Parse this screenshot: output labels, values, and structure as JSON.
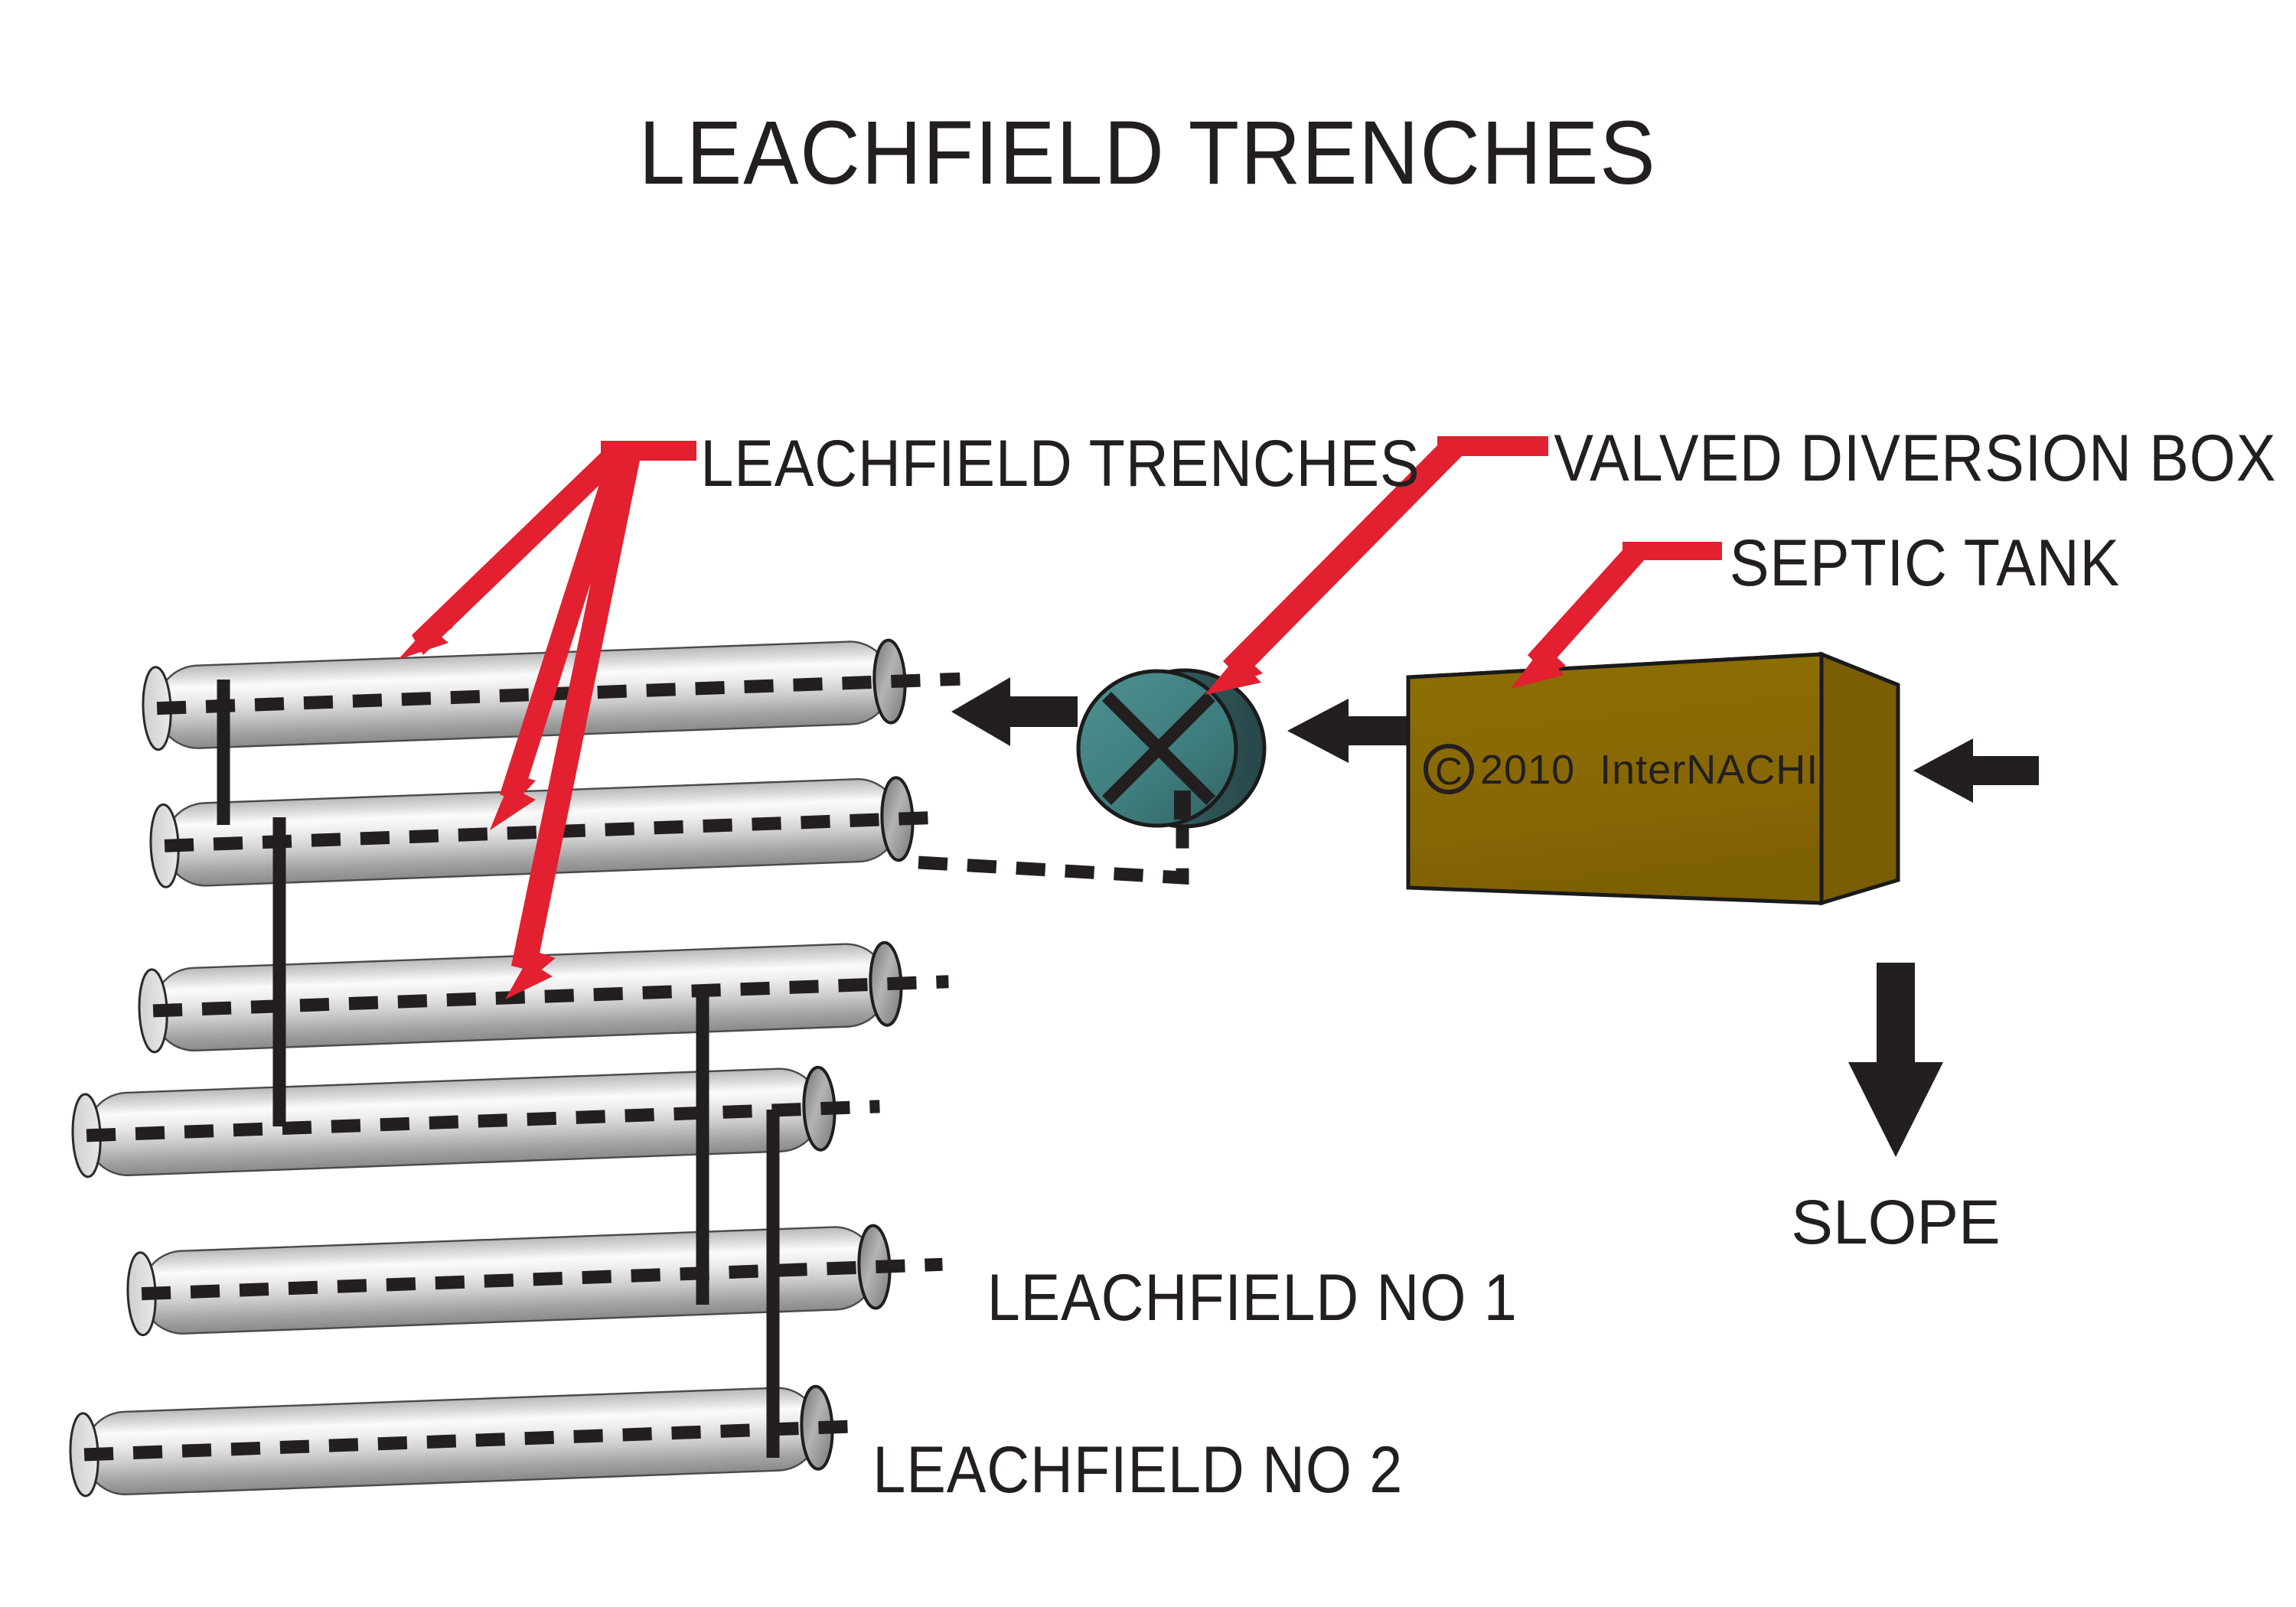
{
  "title": "LEACHFIELD TRENCHES",
  "colors": {
    "background": "#ffffff",
    "text": "#231f20",
    "leader_red": "#e2202f",
    "pipe_light": "#ffffff",
    "pipe_mid": "#c9c9c9",
    "pipe_dark": "#8f8f8f",
    "pipe_cap": "#9a9a9a",
    "tank_front": "#8a6a05",
    "tank_top": "#6b5204",
    "tank_side": "#7a5d04",
    "valve_face": "#3e7d7d",
    "valve_side": "#2e5252",
    "arrow_black": "#231f20",
    "outline": "#1a1a1a"
  },
  "labels": {
    "leachfield_trenches": "LEACHFIELD TRENCHES",
    "valved_diversion_box": "VALVED DIVERSION BOX",
    "septic_tank": "SEPTIC TANK",
    "leachfield_no_1": "LEACHFIELD NO 1",
    "leachfield_no_2": "LEACHFIELD NO 2",
    "slope": "SLOPE"
  },
  "copyright": "2010  InterNACHI",
  "copyright_symbol": "C",
  "components": {
    "trench_count": 6,
    "trenches": [
      {
        "index": 1,
        "name": "trench-1",
        "has_outlet_arrow": true
      },
      {
        "index": 2,
        "name": "trench-2",
        "has_outlet_arrow": false
      },
      {
        "index": 3,
        "name": "trench-3",
        "has_outlet_arrow": false
      },
      {
        "index": 4,
        "name": "trench-4",
        "has_outlet_arrow": false
      },
      {
        "index": 5,
        "name": "trench-5",
        "has_outlet_arrow": false
      },
      {
        "index": 6,
        "name": "trench-6",
        "has_outlet_arrow": false
      }
    ],
    "connector_count": 5,
    "flow_arrows": [
      {
        "name": "inlet-arrow",
        "direction": "left"
      },
      {
        "name": "tank-to-valve-arrow",
        "direction": "left"
      },
      {
        "name": "valve-to-trench-arrow",
        "direction": "left"
      },
      {
        "name": "slope-arrow",
        "direction": "down"
      }
    ],
    "leader_arrows": 5
  }
}
